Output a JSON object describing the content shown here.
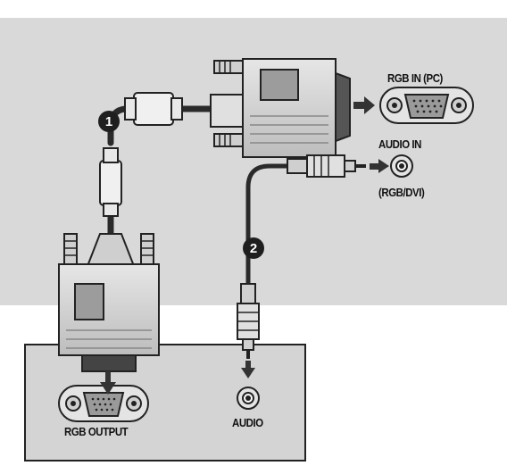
{
  "labels": {
    "rgb_in": "RGB IN (PC)",
    "audio_in": "AUDIO IN",
    "rgb_dvi": "(RGB/DVI)",
    "rgb_output": "RGB OUTPUT",
    "audio": "AUDIO"
  },
  "markers": {
    "step1": "1",
    "step2": "2"
  },
  "colors": {
    "tv_panel": "#d9d9d9",
    "source_box": "#d4d4d4",
    "connector_body": "#cfcfcf",
    "cable": "#2a2a2a",
    "arrow": "#333333",
    "marker": "#1f1f1f"
  }
}
